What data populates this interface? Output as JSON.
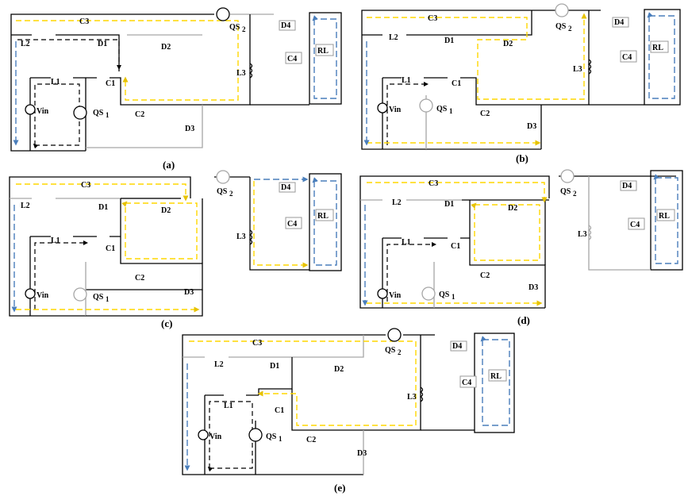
{
  "figure": {
    "panels": [
      {
        "caption": "(a)",
        "labels": {
          "c3": "C3",
          "l2": "L2",
          "d1": "D1",
          "d2": "D2",
          "qs2": "QS",
          "qs2_sub": "2",
          "d4": "D4",
          "c4": "C4",
          "rl": "RL",
          "l3": "L3",
          "l1": "L1",
          "c1": "C1",
          "vin": "Vin",
          "qs1": "QS",
          "qs1_sub": "1",
          "c2": "C2",
          "d3": "D3"
        }
      },
      {
        "caption": "(b)",
        "labels": {
          "c3": "C3",
          "l2": "L2",
          "d1": "D1",
          "d2": "D2",
          "qs2": "QS",
          "qs2_sub": "2",
          "d4": "D4",
          "c4": "C4",
          "rl": "RL",
          "l3": "L3",
          "l1": "L1",
          "c1": "C1",
          "vin": "Vin",
          "qs1": "QS",
          "qs1_sub": "1",
          "c2": "C2",
          "d3": "D3"
        }
      },
      {
        "caption": "(c)",
        "labels": {
          "c3": "C3",
          "l2": "L2",
          "d1": "D1",
          "d2": "D2",
          "qs2": "QS",
          "qs2_sub": "2",
          "d4": "D4",
          "c4": "C4",
          "rl": "RL",
          "l3": "L3",
          "l1": "L1",
          "c1": "C1",
          "vin": "Vin",
          "qs1": "QS",
          "qs1_sub": "1",
          "c2": "C2",
          "d3": "D3"
        }
      },
      {
        "caption": "(d)",
        "labels": {
          "c3": "C3",
          "l2": "L2",
          "d1": "D1",
          "d2": "D2",
          "qs2": "QS",
          "qs2_sub": "2",
          "d4": "D4",
          "c4": "C4",
          "rl": "RL",
          "l3": "L3",
          "l1": "L1",
          "c1": "C1",
          "vin": "Vin",
          "qs1": "QS",
          "qs1_sub": "1",
          "c2": "C2",
          "d3": "D3"
        }
      },
      {
        "caption": "(e)",
        "labels": {
          "c3": "C3",
          "l2": "L2",
          "d1": "D1",
          "d2": "D2",
          "qs2": "QS",
          "qs2_sub": "2",
          "d4": "D4",
          "c4": "C4",
          "rl": "RL",
          "l3": "L3",
          "l1": "L1",
          "c1": "C1",
          "vin": "Vin",
          "qs1": "QS",
          "qs1_sub": "1",
          "c2": "C2",
          "d3": "D3"
        }
      }
    ],
    "colors": {
      "wire_active": "#000000",
      "wire_inactive": "#a6a6a6",
      "current_loop_input": "#000000",
      "current_loop_yellow": "#ffd700",
      "current_loop_blue": "#4a7ebb"
    }
  }
}
